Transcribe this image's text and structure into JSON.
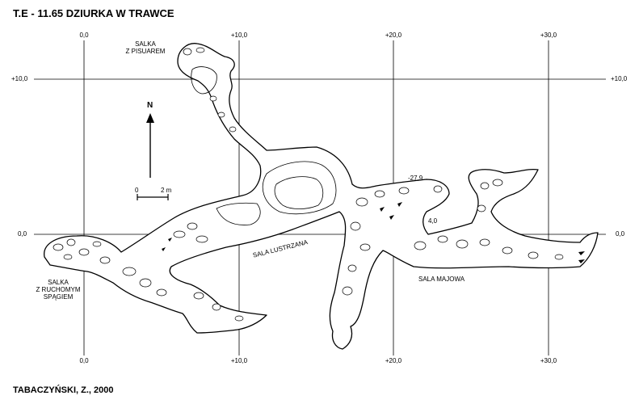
{
  "title": "T.E - 11.65  DZIURKA W TRAWCE",
  "credit": "TABACZYŃSKI, Z., 2000",
  "grid": {
    "x_labels": [
      "0,0",
      "+10,0",
      "+20,0",
      "+30,0"
    ],
    "y_labels": [
      "+10,0",
      "0,0"
    ]
  },
  "north_arrow": "N",
  "scale_bar": {
    "start": "0",
    "end": "2 m"
  },
  "rooms": {
    "salka_pisuar": [
      "SALKA",
      "Z PISUAREM"
    ],
    "salka_ruchomy": [
      "SALKA",
      "Z RUCHOMYM",
      "SPĄGIEM"
    ],
    "sala_lustrzana": "SALA LUSTRZANA",
    "sala_majowa": "SALA MAJOWA"
  },
  "spot_heights": {
    "h1": "-27,9",
    "h2": "4,0"
  },
  "colors": {
    "ink": "#000000",
    "paper": "#ffffff"
  }
}
